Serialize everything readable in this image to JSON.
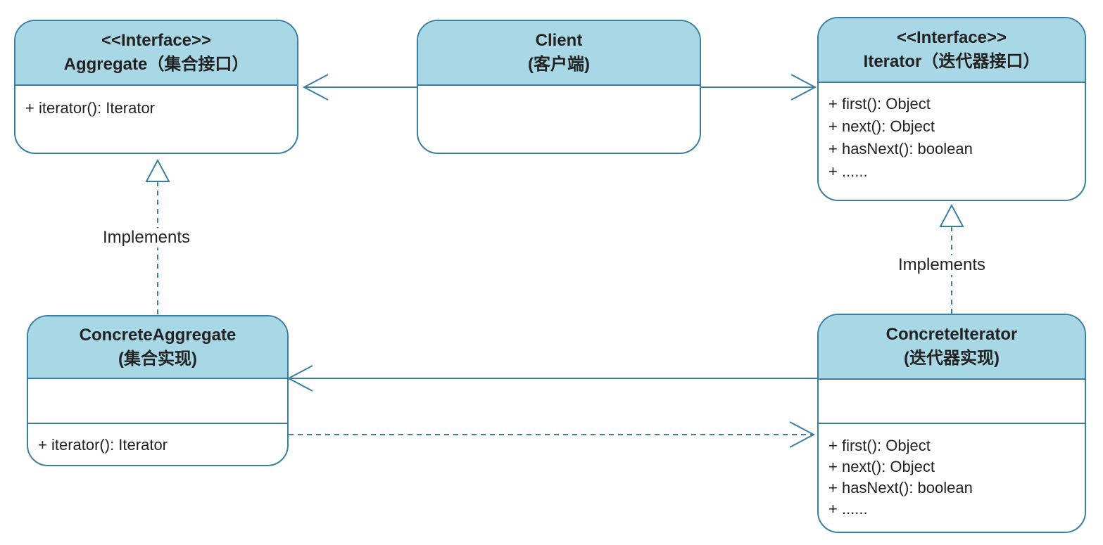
{
  "aggregate": {
    "stereotype": "<<Interface>>",
    "title": "Aggregate（集合接口）",
    "methods": [
      "+ iterator(): Iterator"
    ]
  },
  "client": {
    "title": "Client",
    "subtitle": "(客户端)"
  },
  "iterator": {
    "stereotype": "<<Interface>>",
    "title": "Iterator（迭代器接口）",
    "methods": [
      "+ first(): Object",
      "+ next(): Object",
      "+ hasNext(): boolean",
      "+ ......"
    ]
  },
  "concrete_aggregate": {
    "title": "ConcreteAggregate",
    "subtitle": "(集合实现)",
    "methods": [
      "+ iterator(): Iterator"
    ]
  },
  "concrete_iterator": {
    "title": "ConcreteIterator",
    "subtitle": "(迭代器实现)",
    "methods": [
      "+ first(): Object",
      "+ next(): Object",
      "+ hasNext(): boolean",
      "+ ......"
    ]
  },
  "relations": {
    "left_implements": "Implements",
    "right_implements": "Implements"
  },
  "colors": {
    "header_fill": "#a8d8e6",
    "border": "#3a7ea1"
  }
}
